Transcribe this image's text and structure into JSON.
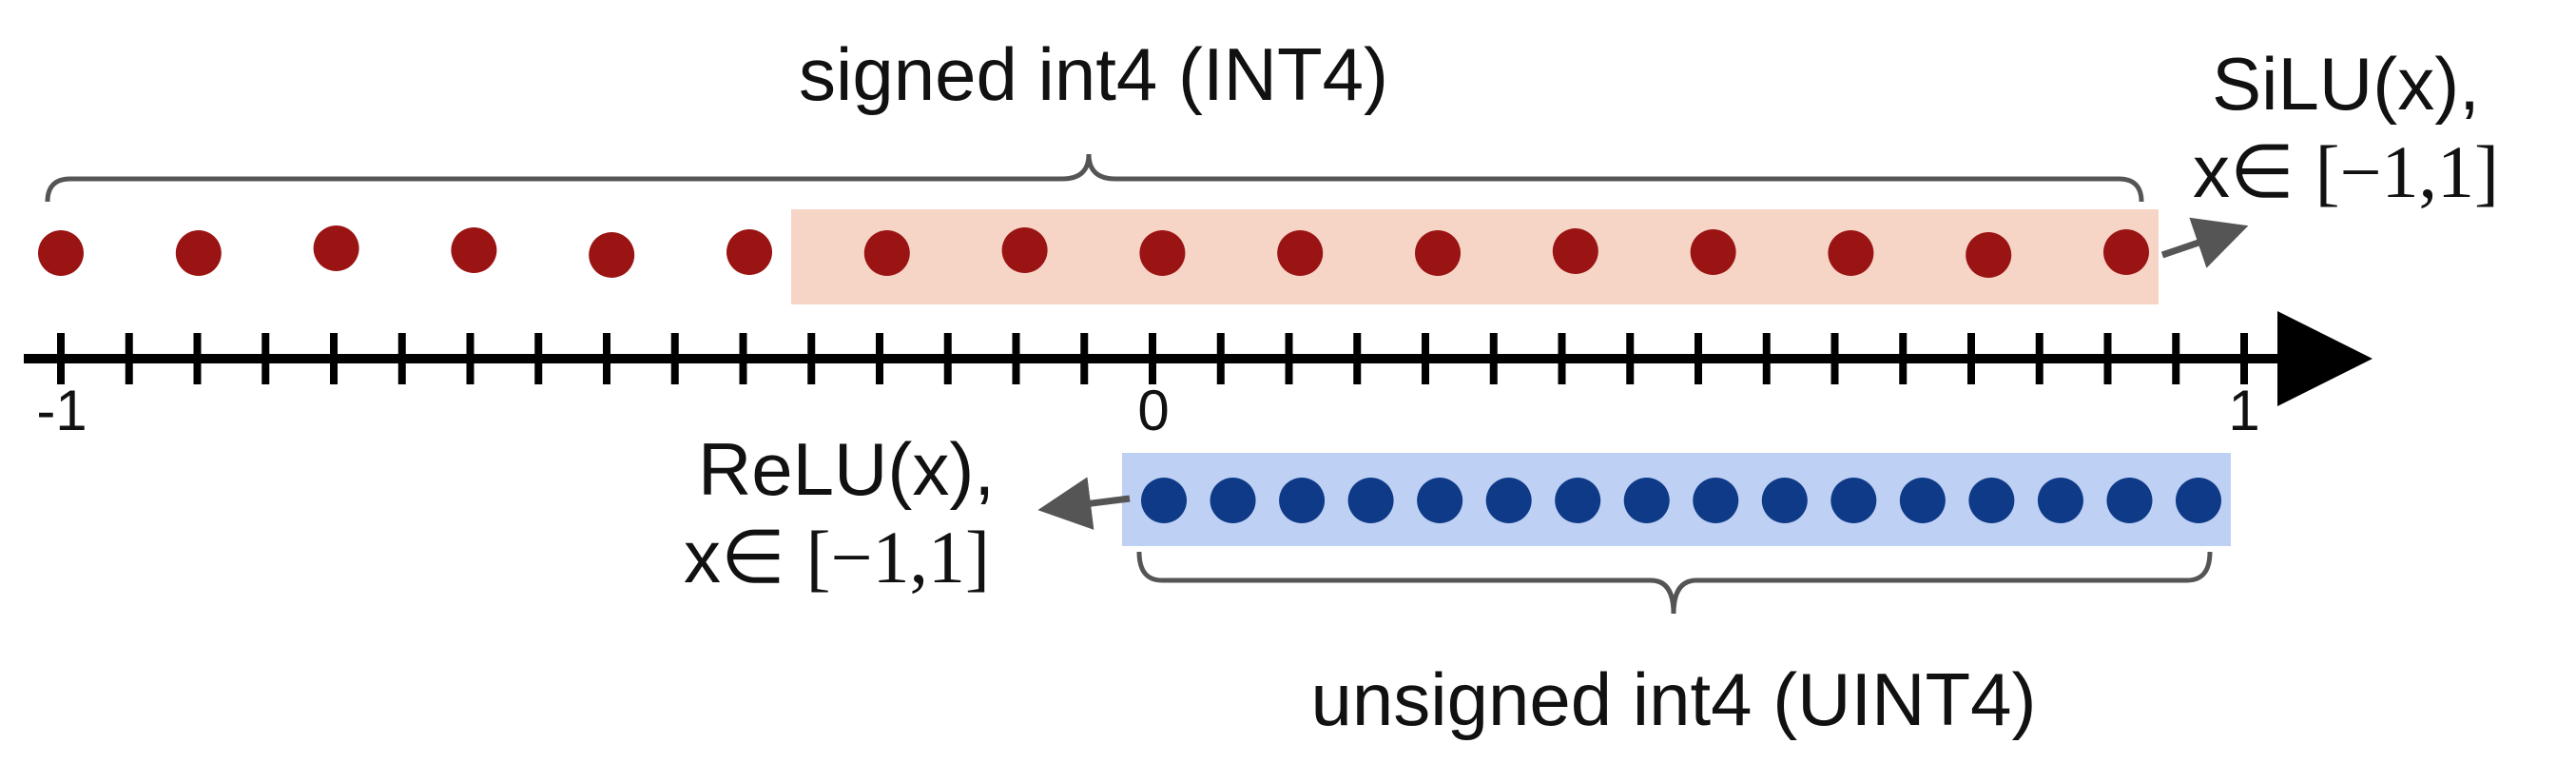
{
  "signed": {
    "label": "signed int4 (INT4)",
    "dot_count": 16,
    "highlighted_count": 10,
    "dot_color": "#9b1414",
    "highlight_color": "#f6d5c6"
  },
  "unsigned": {
    "label": "unsigned int4 (UINT4)",
    "dot_count": 16,
    "dot_color": "#0e3a87",
    "highlight_color": "#bed0f4"
  },
  "silu": {
    "line1": "SiLU(x),",
    "x_prefix": "x∈ ",
    "range": "[−1,1]"
  },
  "relu": {
    "line1": "ReLU(x),",
    "x_prefix": "x∈ ",
    "range": "[−1,1]"
  },
  "axis": {
    "min": -1,
    "max": 1,
    "tick_count": 33,
    "labels": [
      "-1",
      "0",
      "1"
    ],
    "color": "#000000"
  },
  "arrow_color": "#555555",
  "brace_color": "#555555"
}
